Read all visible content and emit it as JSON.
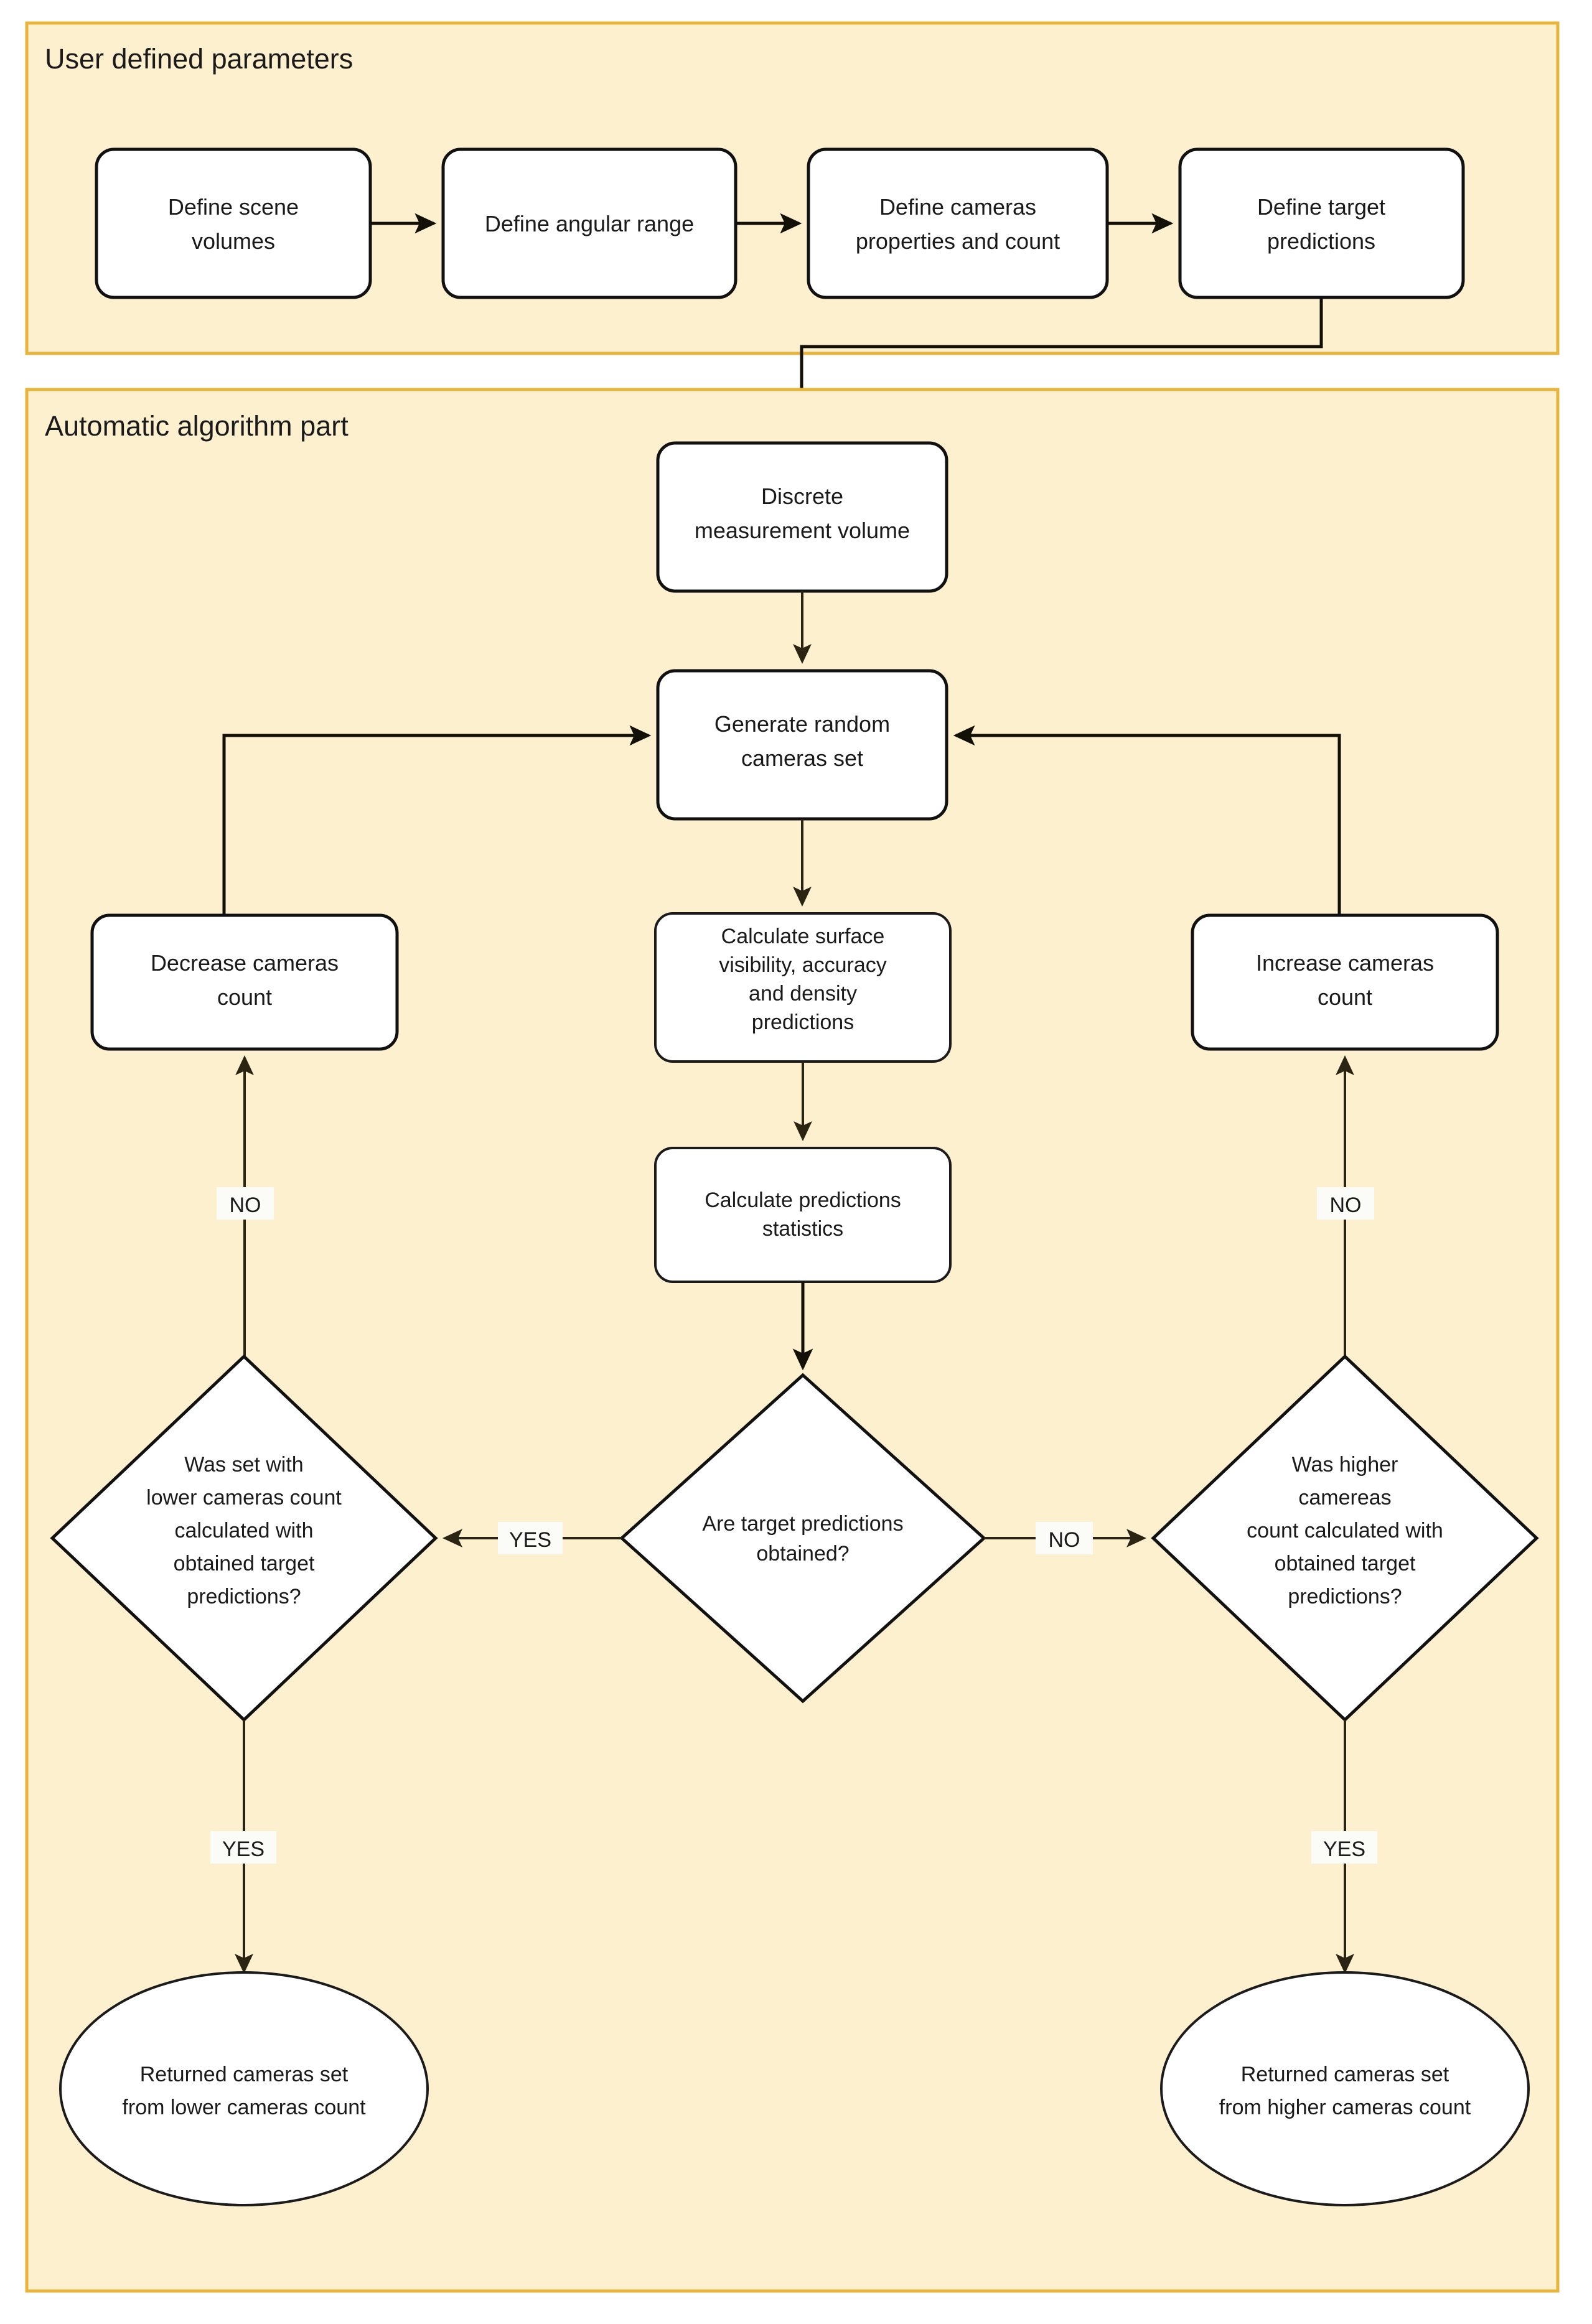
{
  "figure": {
    "kind": "flowchart",
    "background_color": "#ffffff"
  },
  "panels": [
    {
      "id": "user-defined-parameters",
      "title": "User defined parameters",
      "fill_color": "#fdf0ce",
      "border_color": "#e8b43c"
    },
    {
      "id": "automatic-algorithm-part",
      "title": "Automatic algorithm part",
      "fill_color": "#fdf0ce",
      "border_color": "#e8b43c"
    }
  ],
  "nodes": {
    "define_scene_volumes": {
      "lines": [
        "Define scene",
        "volumes"
      ],
      "shape": "rounded-rect"
    },
    "define_angular_range": {
      "lines": [
        "Define angular range"
      ],
      "shape": "rounded-rect"
    },
    "define_cameras_properties": {
      "lines": [
        "Define cameras",
        "properties and count"
      ],
      "shape": "rounded-rect"
    },
    "define_target_predictions": {
      "lines": [
        "Define target",
        "predictions"
      ],
      "shape": "rounded-rect"
    },
    "discrete_measurement_volume": {
      "lines": [
        "Discrete",
        "measurement volume"
      ],
      "shape": "rounded-rect"
    },
    "generate_random_cameras_set": {
      "lines": [
        "Generate random",
        "cameras set"
      ],
      "shape": "rounded-rect"
    },
    "calculate_surface_predictions": {
      "lines": [
        "Calculate surface",
        "visibility, accuracy",
        "and density",
        "predictions"
      ],
      "shape": "rounded-rect"
    },
    "calculate_predictions_statistics": {
      "lines": [
        "Calculate predictions",
        "statistics"
      ],
      "shape": "rounded-rect"
    },
    "decrease_cameras_count": {
      "lines": [
        "Decrease cameras",
        "count"
      ],
      "shape": "rounded-rect"
    },
    "increase_cameras_count": {
      "lines": [
        "Increase cameras",
        "count"
      ],
      "shape": "rounded-rect"
    },
    "decision_left": {
      "lines": [
        "Was set with",
        "lower cameras count",
        "calculated with",
        "obtained target",
        "predictions?"
      ],
      "shape": "diamond"
    },
    "decision_center": {
      "lines": [
        "Are target predictions",
        "obtained?"
      ],
      "shape": "diamond"
    },
    "decision_right": {
      "lines": [
        "Was higher",
        "camereas",
        "count calculated with",
        "obtained target",
        "predictions?"
      ],
      "shape": "diamond"
    },
    "return_lower": {
      "lines": [
        "Returned cameras set",
        "from lower cameras count"
      ],
      "shape": "ellipse"
    },
    "return_higher": {
      "lines": [
        "Returned cameras set",
        "from higher cameras count"
      ],
      "shape": "ellipse"
    }
  },
  "edge_labels": {
    "left_no": "NO",
    "right_no": "NO",
    "center_yes": "YES",
    "center_no": "NO",
    "left_yes": "YES",
    "right_yes": "YES"
  }
}
